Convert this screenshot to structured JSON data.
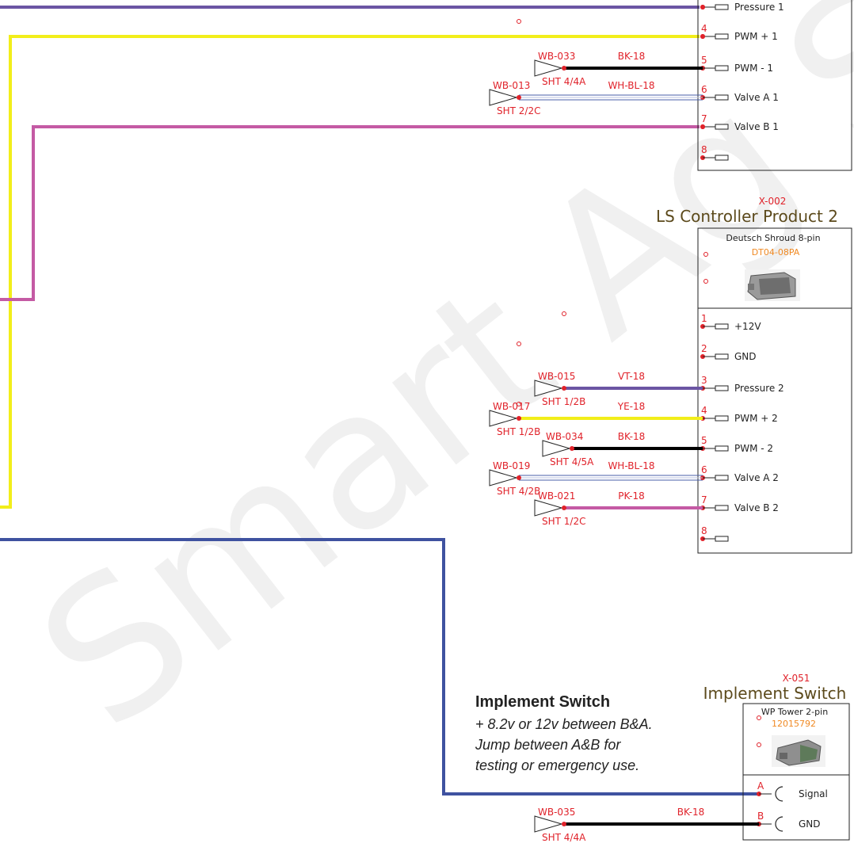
{
  "watermark": "Smart Ag Systems",
  "connectors": {
    "x001": {
      "pins": [
        {
          "num": "",
          "label": "Pressure 1"
        },
        {
          "num": "4",
          "label": "PWM + 1"
        },
        {
          "num": "5",
          "label": "PWM - 1"
        },
        {
          "num": "6",
          "label": "Valve A 1"
        },
        {
          "num": "7",
          "label": "Valve B 1"
        },
        {
          "num": "8",
          "label": ""
        }
      ]
    },
    "x002": {
      "id": "X-002",
      "title": "LS Controller Product 2",
      "type": "Deutsch Shroud 8-pin",
      "part": "DT04-08PA",
      "pins": [
        {
          "num": "1",
          "label": "+12V"
        },
        {
          "num": "2",
          "label": "GND"
        },
        {
          "num": "3",
          "label": "Pressure 2"
        },
        {
          "num": "4",
          "label": "PWM + 2"
        },
        {
          "num": "5",
          "label": "PWM - 2"
        },
        {
          "num": "6",
          "label": "Valve A 2"
        },
        {
          "num": "7",
          "label": "Valve B 2"
        },
        {
          "num": "8",
          "label": ""
        }
      ]
    },
    "x051": {
      "id": "X-051",
      "title": "Implement Switch",
      "type": "WP Tower 2-pin",
      "part": "12015792",
      "pins": [
        {
          "num": "A",
          "label": "Signal"
        },
        {
          "num": "B",
          "label": "GND"
        }
      ]
    }
  },
  "wires": [
    {
      "id": "WB-033",
      "sheet": "SHT 4/4A",
      "spec": "BK-18",
      "color": "#000000"
    },
    {
      "id": "WB-013",
      "sheet": "SHT 2/2C",
      "spec": "WH-BL-18",
      "color": "#4a5fa8"
    },
    {
      "id": "WB-015",
      "sheet": "SHT 1/2B",
      "spec": "VT-18",
      "color": "#6b55a3"
    },
    {
      "id": "WB-017",
      "sheet": "SHT 1/2B",
      "spec": "YE-18",
      "color": "#f2ee1a"
    },
    {
      "id": "WB-034",
      "sheet": "SHT 4/5A",
      "spec": "BK-18",
      "color": "#000000"
    },
    {
      "id": "WB-019",
      "sheet": "SHT 4/2B",
      "spec": "WH-BL-18",
      "color": "#4a5fa8"
    },
    {
      "id": "WB-021",
      "sheet": "SHT 1/2C",
      "spec": "PK-18",
      "color": "#c45aa4"
    },
    {
      "id": "WB-035",
      "sheet": "SHT 4/4A",
      "spec": "BK-18",
      "color": "#000000"
    }
  ],
  "colors": {
    "violet": "#6b55a3",
    "yellow": "#f2ee1a",
    "pink": "#c45aa4",
    "blue": "#3f52a0",
    "black": "#000000",
    "red": "#e0222a",
    "title": "#5c4a1c",
    "part": "#f08a24"
  },
  "note": {
    "heading": "Implement Switch",
    "lines": [
      "+ 8.2v or 12v between B&A.",
      "Jump between A&B for",
      "testing or emergency use."
    ]
  }
}
